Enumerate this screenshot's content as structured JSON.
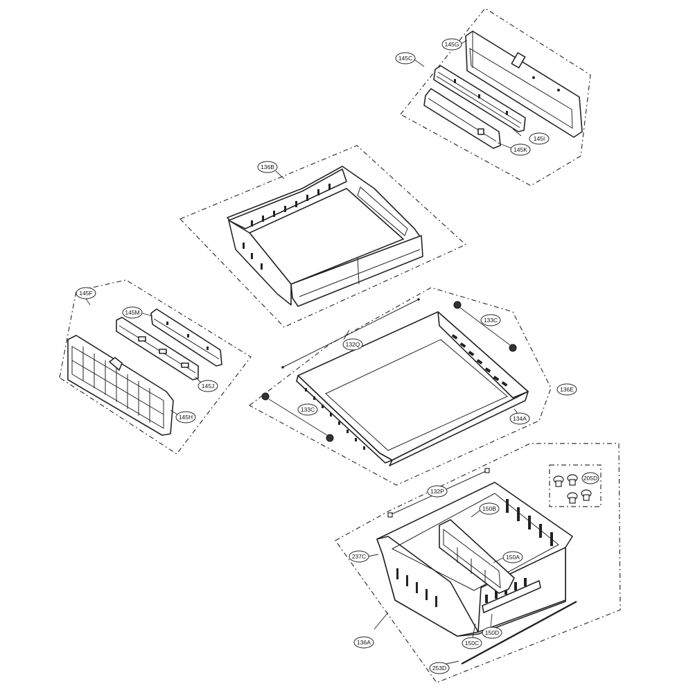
{
  "diagram": {
    "callouts": [
      {
        "id": "c-145C",
        "label": "145C"
      },
      {
        "id": "c-145G",
        "label": "145G"
      },
      {
        "id": "c-145I",
        "label": "145I"
      },
      {
        "id": "c-145K",
        "label": "145K"
      },
      {
        "id": "c-136B",
        "label": "136B"
      },
      {
        "id": "c-145F",
        "label": "145F"
      },
      {
        "id": "c-145M",
        "label": "145M"
      },
      {
        "id": "c-145J",
        "label": "145J"
      },
      {
        "id": "c-145H",
        "label": "145H"
      },
      {
        "id": "c-133C-top",
        "label": "133C"
      },
      {
        "id": "c-132Q",
        "label": "132Q"
      },
      {
        "id": "c-136E",
        "label": "136E"
      },
      {
        "id": "c-133C-left",
        "label": "133C"
      },
      {
        "id": "c-134A",
        "label": "134A"
      },
      {
        "id": "c-205D",
        "label": "205D"
      },
      {
        "id": "c-132P",
        "label": "132P"
      },
      {
        "id": "c-150B",
        "label": "150B"
      },
      {
        "id": "c-237C",
        "label": "237C"
      },
      {
        "id": "c-150A",
        "label": "150A"
      },
      {
        "id": "c-150C",
        "label": "150C"
      },
      {
        "id": "c-150D",
        "label": "150D"
      },
      {
        "id": "c-136A",
        "label": "136A"
      },
      {
        "id": "c-253D",
        "label": "253D"
      }
    ]
  }
}
